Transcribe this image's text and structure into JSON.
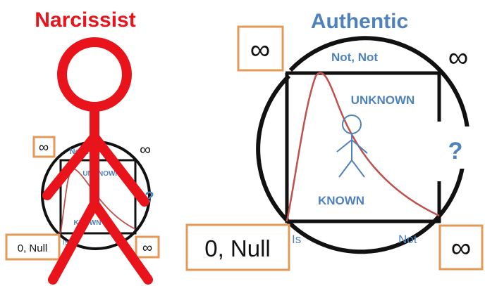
{
  "titles": {
    "narcissist": "Narcissist",
    "authentic": "Authentic"
  },
  "labels": {
    "infinity": "∞",
    "not_not": "Not, Not",
    "unknown": "UNKNOWN",
    "known": "KNOWN",
    "question": "?",
    "zero_null": "0, Null",
    "is": "Is",
    "not": "Not",
    "small_not_not": "Not, Not",
    "small_unknown": "UNKNOWN",
    "small_known": "KNOWN",
    "small_is": "Is",
    "small_not": "Not"
  },
  "colors": {
    "red": "#e8131b",
    "blue": "#4f81bd",
    "orange": "#e39a57",
    "curve": "#c0504d",
    "black": "#111111"
  }
}
